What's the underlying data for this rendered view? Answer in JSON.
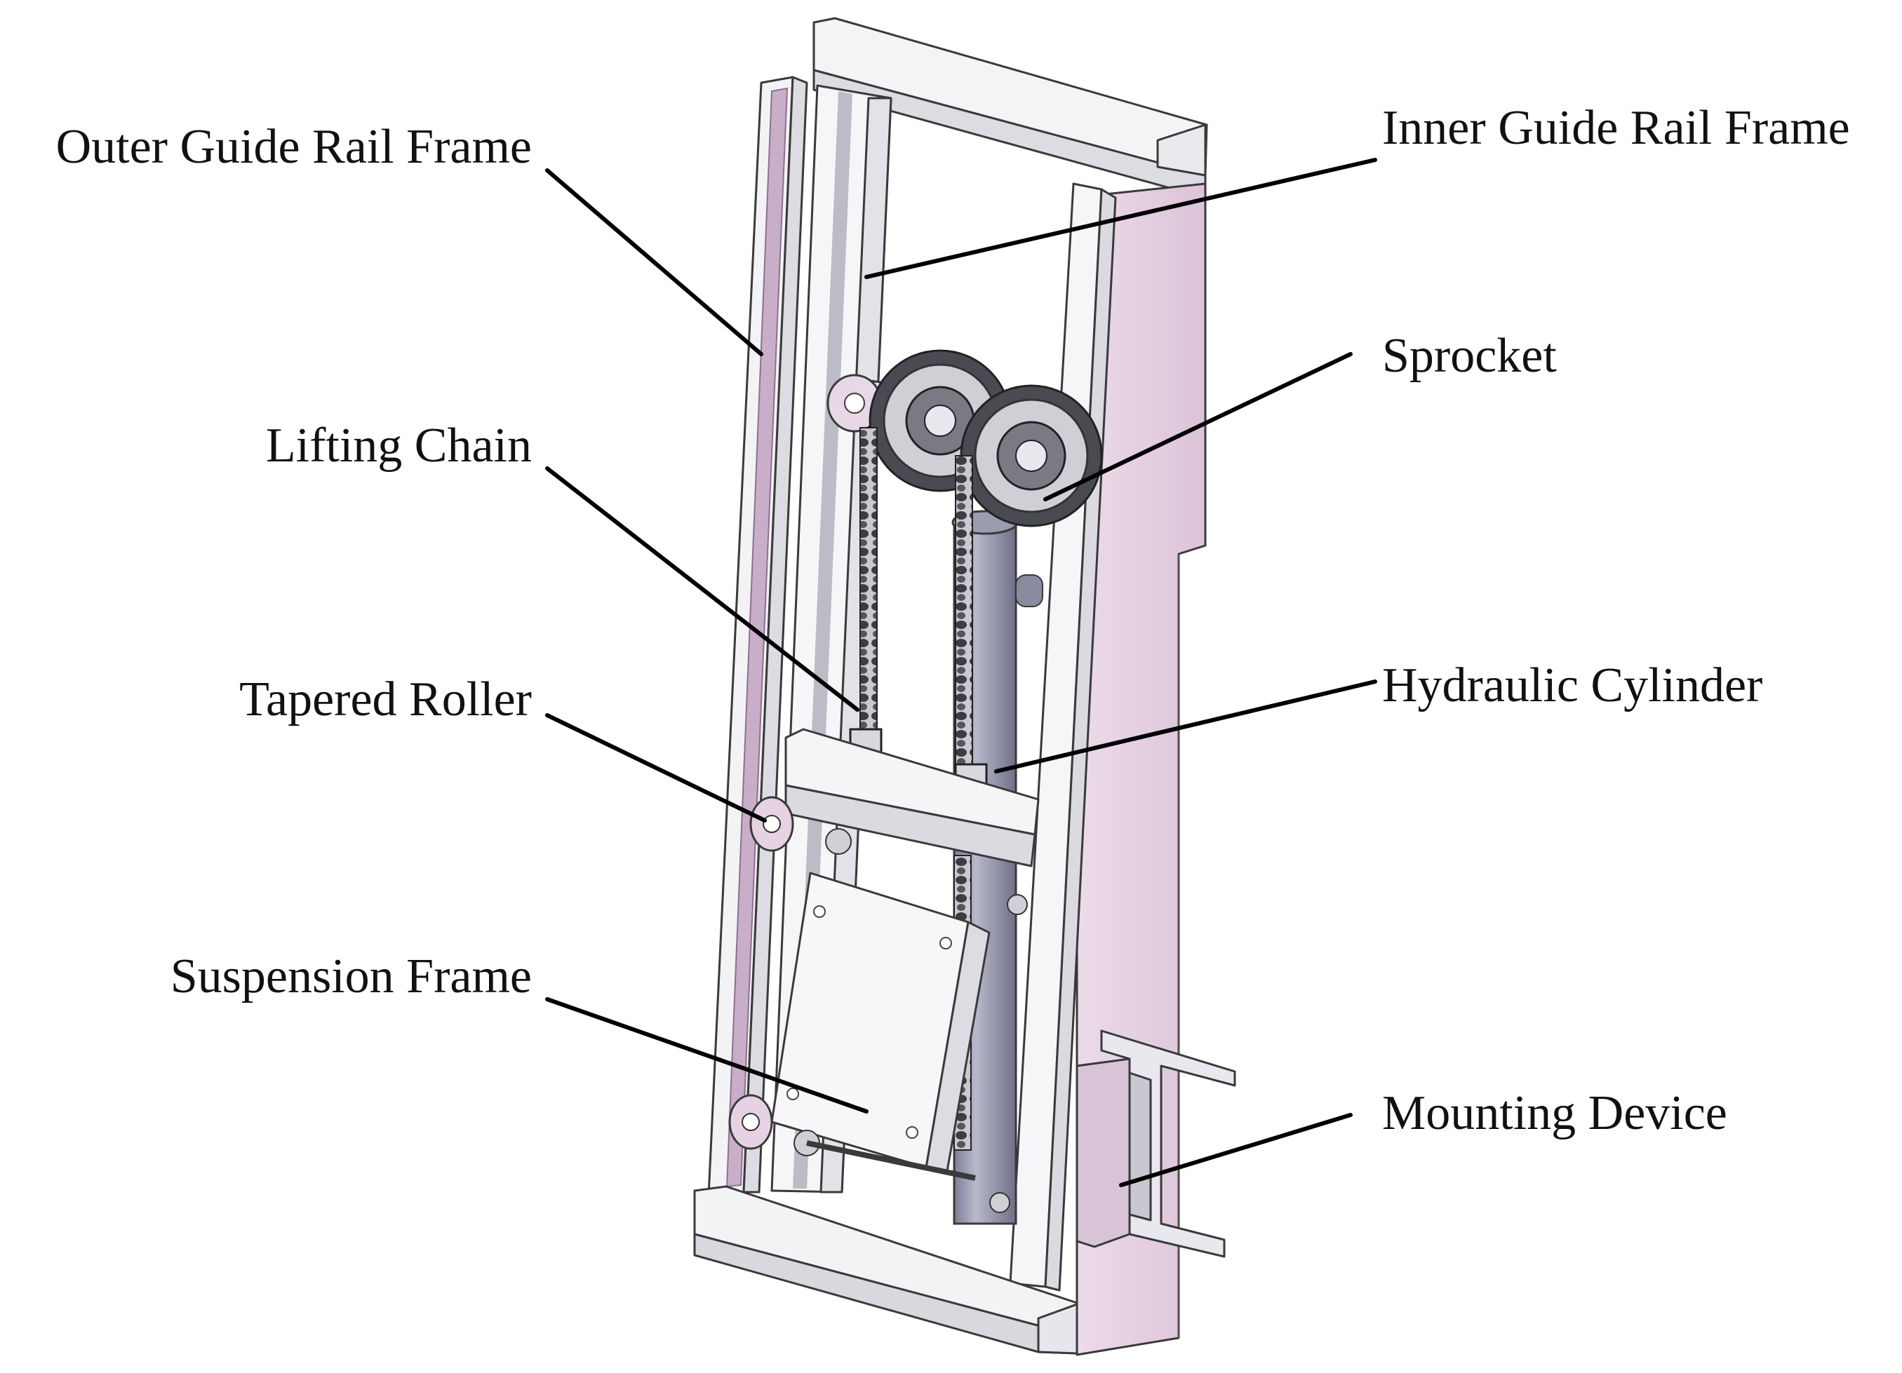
{
  "callouts": {
    "outer_guide_rail_frame": "Outer Guide Rail Frame",
    "inner_guide_rail_frame": "Inner Guide Rail Frame",
    "sprocket": "Sprocket",
    "lifting_chain": "Lifting Chain",
    "hydraulic_cylinder": "Hydraulic Cylinder",
    "tapered_roller": "Tapered Roller",
    "suspension_frame": "Suspension Frame",
    "mounting_device": "Mounting Device"
  },
  "colors": {
    "frame_face": "#f3f3f5",
    "frame_shadow": "#d9d9de",
    "side_plate": "#e4cfe0",
    "rail_strip": "#c9aec9",
    "cylinder": "#9a9ab0",
    "chain": "#3c3c42",
    "text": "#111111",
    "leader": "#000000"
  }
}
